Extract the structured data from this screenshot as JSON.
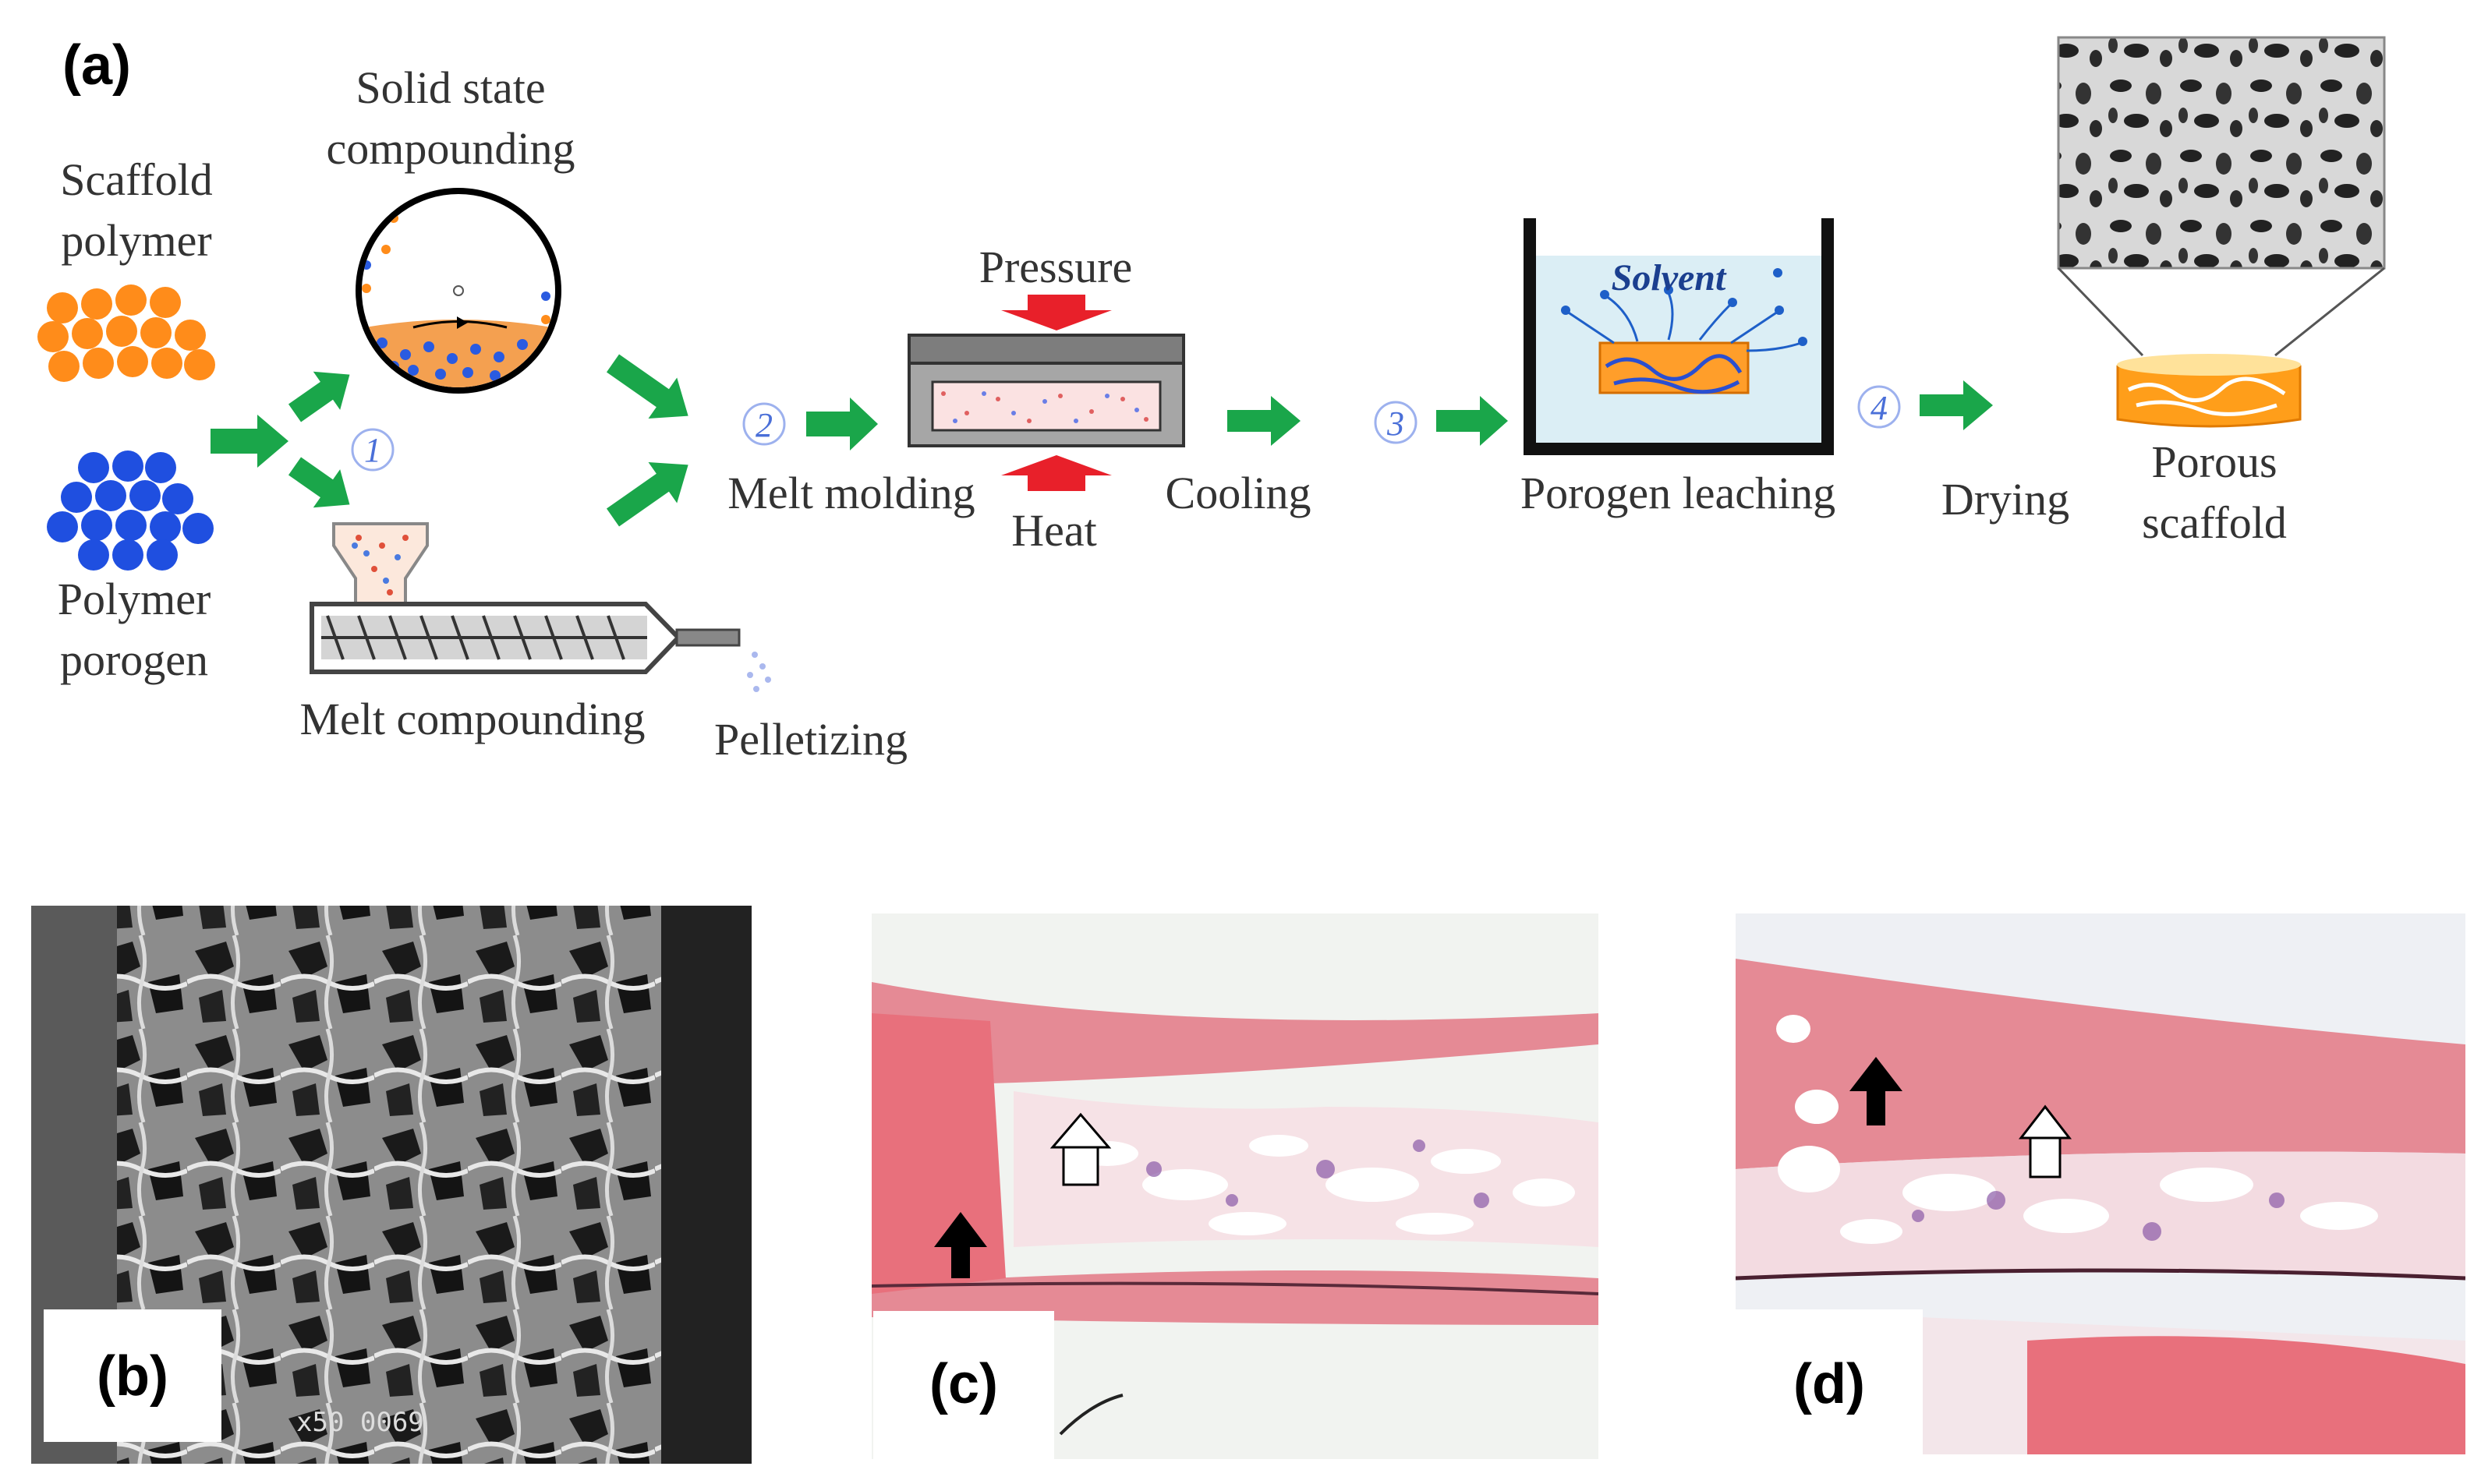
{
  "panel_a": {
    "label": "(a)",
    "inputs": {
      "scaffold_polymer": [
        "Scaffold",
        "polymer"
      ],
      "polymer_porogen": [
        "Polymer",
        "porogen"
      ]
    },
    "solid_state": [
      "Solid state",
      "compounding"
    ],
    "melt_compounding": "Melt compounding",
    "pelletizing": "Pelletizing",
    "steps": {
      "step1": "1",
      "step2": "2",
      "step3": "3",
      "step4": "4"
    },
    "melt_molding": "Melt molding",
    "pressure": "Pressure",
    "heat": "Heat",
    "cooling": "Cooling",
    "solvent": "Solvent",
    "porogen_leaching": "Porogen leaching",
    "drying": "Drying",
    "porous_scaffold": [
      "Porous",
      "scaffold"
    ]
  },
  "panel_b": {
    "label": "(b)",
    "sem_scale_text": "x50  0069"
  },
  "panel_c": {
    "label": "(c)"
  },
  "panel_d": {
    "label": "(d)"
  },
  "colors": {
    "arrow_green": "#1aa64a",
    "polymer_orange": "#ff8c1a",
    "porogen_blue": "#1f4fe0",
    "red_arrow": "#e8202a",
    "tissue_pink": "#e58a95",
    "background_blue": "#dbeef5"
  }
}
